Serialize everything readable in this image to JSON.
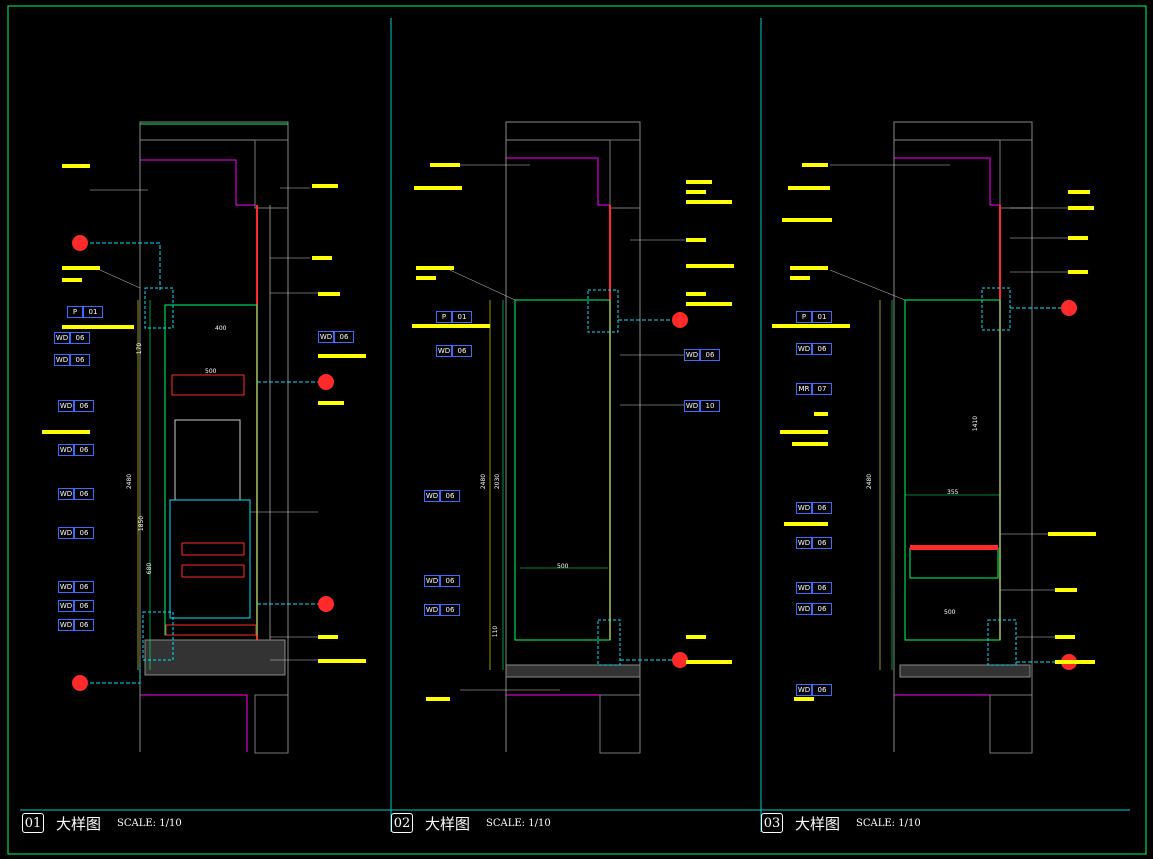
{
  "sheet": {
    "panels": [
      {
        "number": "01",
        "title": "大样图",
        "scale": "SCALE: 1/10"
      },
      {
        "number": "02",
        "title": "大样图",
        "scale": "SCALE: 1/10"
      },
      {
        "number": "03",
        "title": "大样图",
        "scale": "SCALE: 1/10"
      }
    ]
  },
  "panel1": {
    "tags": [
      {
        "a": "P",
        "b": "01"
      },
      {
        "a": "WD",
        "b": "06"
      },
      {
        "a": "WD",
        "b": "06"
      },
      {
        "a": "WD",
        "b": "06"
      },
      {
        "a": "WD",
        "b": "06"
      },
      {
        "a": "WD",
        "b": "06"
      },
      {
        "a": "WD",
        "b": "06"
      },
      {
        "a": "WD",
        "b": "06"
      },
      {
        "a": "WD",
        "b": "06"
      },
      {
        "a": "WD",
        "b": "06"
      },
      {
        "a": "WD",
        "b": "06"
      }
    ],
    "dims": [
      "2480",
      "170",
      "1850",
      "680",
      "400",
      "500"
    ]
  },
  "panel2": {
    "tags": [
      {
        "a": "P",
        "b": "01"
      },
      {
        "a": "WD",
        "b": "06"
      },
      {
        "a": "WD",
        "b": "06"
      },
      {
        "a": "WD",
        "b": "10"
      },
      {
        "a": "WD",
        "b": "06"
      },
      {
        "a": "WD",
        "b": "06"
      },
      {
        "a": "WD",
        "b": "06"
      }
    ],
    "dims": [
      "2480",
      "2030",
      "500",
      "110"
    ]
  },
  "panel3": {
    "tags": [
      {
        "a": "P",
        "b": "01"
      },
      {
        "a": "WD",
        "b": "06"
      },
      {
        "a": "MR",
        "b": "07"
      },
      {
        "a": "WD",
        "b": "06"
      },
      {
        "a": "WD",
        "b": "06"
      },
      {
        "a": "WD",
        "b": "06"
      },
      {
        "a": "WD",
        "b": "06"
      },
      {
        "a": "WD",
        "b": "06"
      }
    ],
    "dims": [
      "2480",
      "1410",
      "355",
      "500"
    ]
  },
  "colors": {
    "frame": "#00ff66",
    "panelLine": "#00cccc",
    "wall": "#ff00ff",
    "label": "#ffff00",
    "leader": "#cccccc",
    "cabinet": "#00ff66",
    "red": "#ff2a2a",
    "cyan": "#00e5ff",
    "tagBorder": "#3a6bff"
  }
}
